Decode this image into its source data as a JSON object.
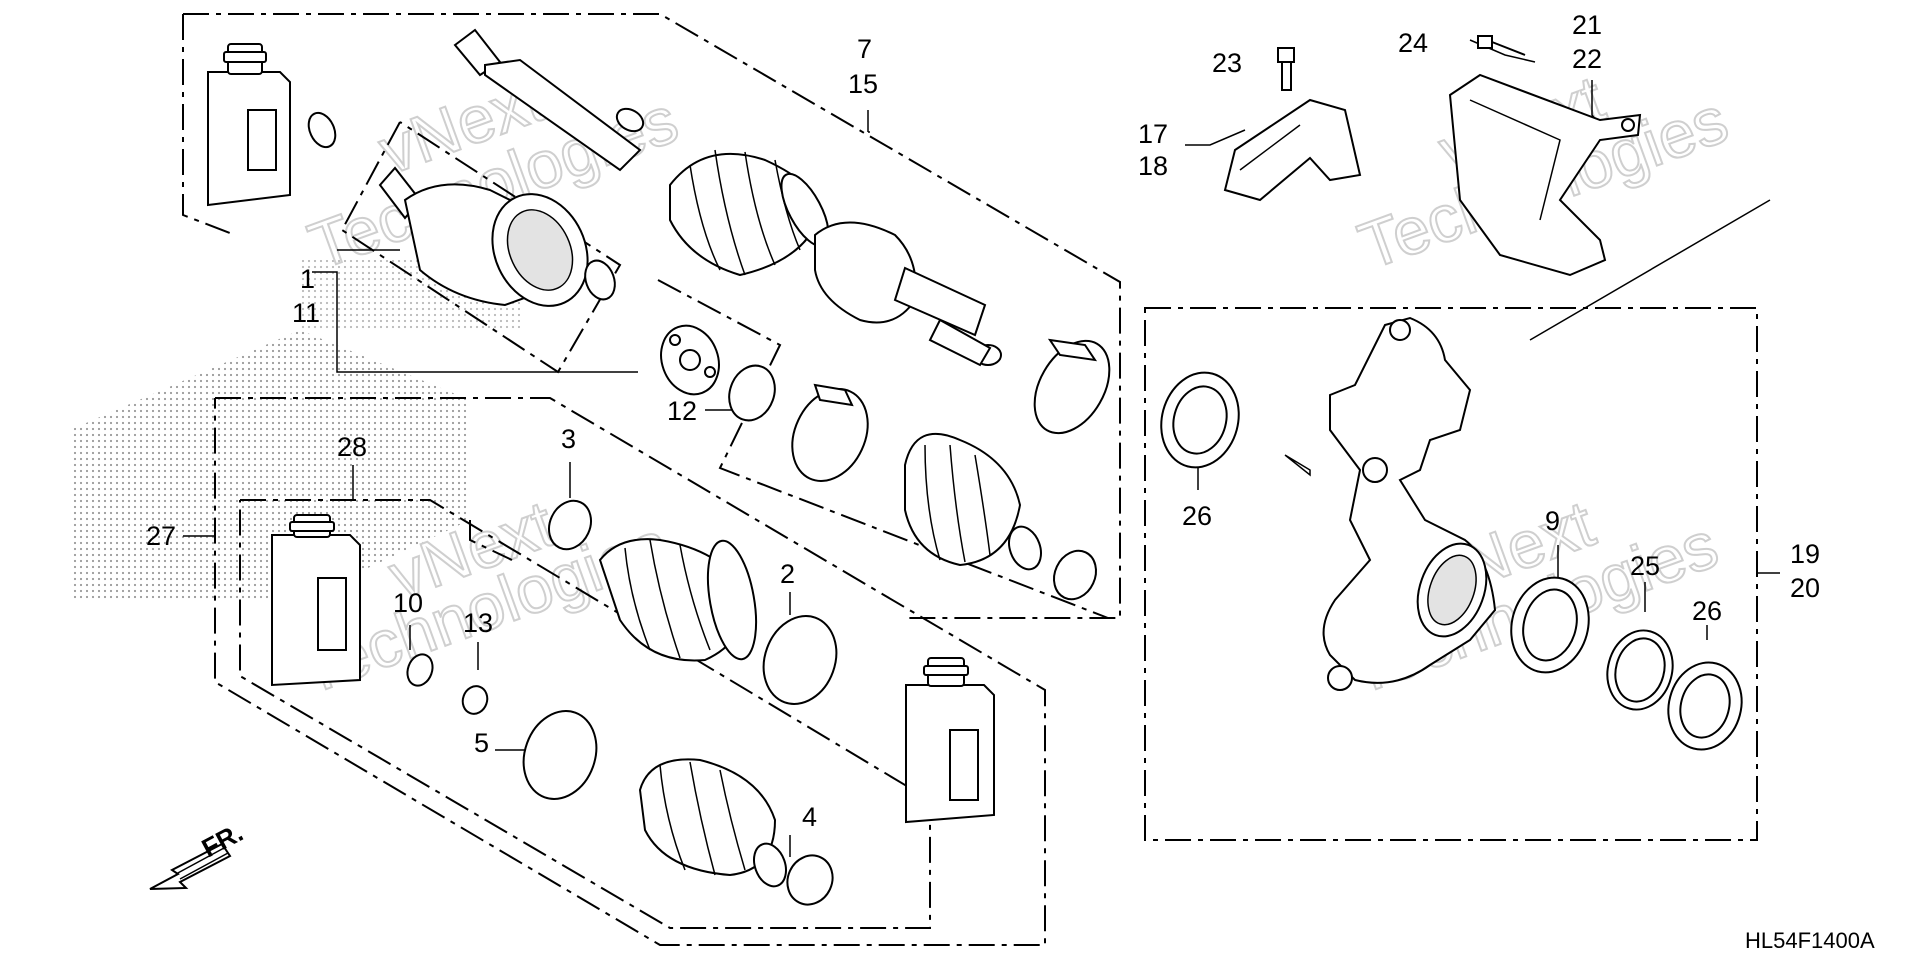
{
  "callouts": {
    "c1": "1",
    "c11": "11",
    "c2": "2",
    "c3": "3",
    "c4": "4",
    "c5": "5",
    "c7": "7",
    "c15": "15",
    "c9": "9",
    "c10": "10",
    "c12": "12",
    "c13": "13",
    "c17": "17",
    "c18": "18",
    "c19": "19",
    "c20": "20",
    "c21": "21",
    "c22": "22",
    "c23": "23",
    "c24": "24",
    "c25": "25",
    "c26a": "26",
    "c26b": "26",
    "c27": "27",
    "c28": "28"
  },
  "watermark": {
    "line1": "vNext",
    "line2": "Technologies"
  },
  "front_marker": {
    "label": "FR.",
    "icon": "direction-arrow-icon"
  },
  "diagram_code": "HL54F1400A",
  "colors": {
    "line": "#000000",
    "background": "#ffffff",
    "watermark": "#cfcfcf",
    "halftone": "#9a9a9a"
  }
}
